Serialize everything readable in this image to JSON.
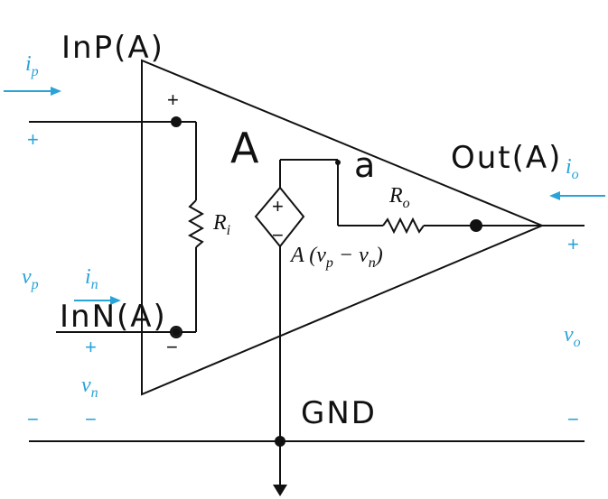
{
  "labels": {
    "inp": "InP(A)",
    "inn": "InN(A)",
    "amp": "A",
    "node_a": "a",
    "out": "Out(A)",
    "gnd": "GND",
    "plus": "+",
    "minus": "−",
    "ri_main": "R",
    "ri_sub": "i",
    "ro_main": "R",
    "ro_sub": "o",
    "source_expr_a": "A (v",
    "source_expr_p": "p",
    "source_expr_mid": " − v",
    "source_expr_n": "n",
    "source_expr_end": ")",
    "ip_main": "i",
    "ip_sub": "p",
    "in_main": "i",
    "in_sub": "n",
    "io_main": "i",
    "io_sub": "o",
    "vp_main": "v",
    "vp_sub": "p",
    "vn_main": "v",
    "vn_sub": "n",
    "vo_main": "v",
    "vo_sub": "o"
  },
  "colors": {
    "ink": "#111111",
    "annotation_blue": "#29a3d8"
  }
}
